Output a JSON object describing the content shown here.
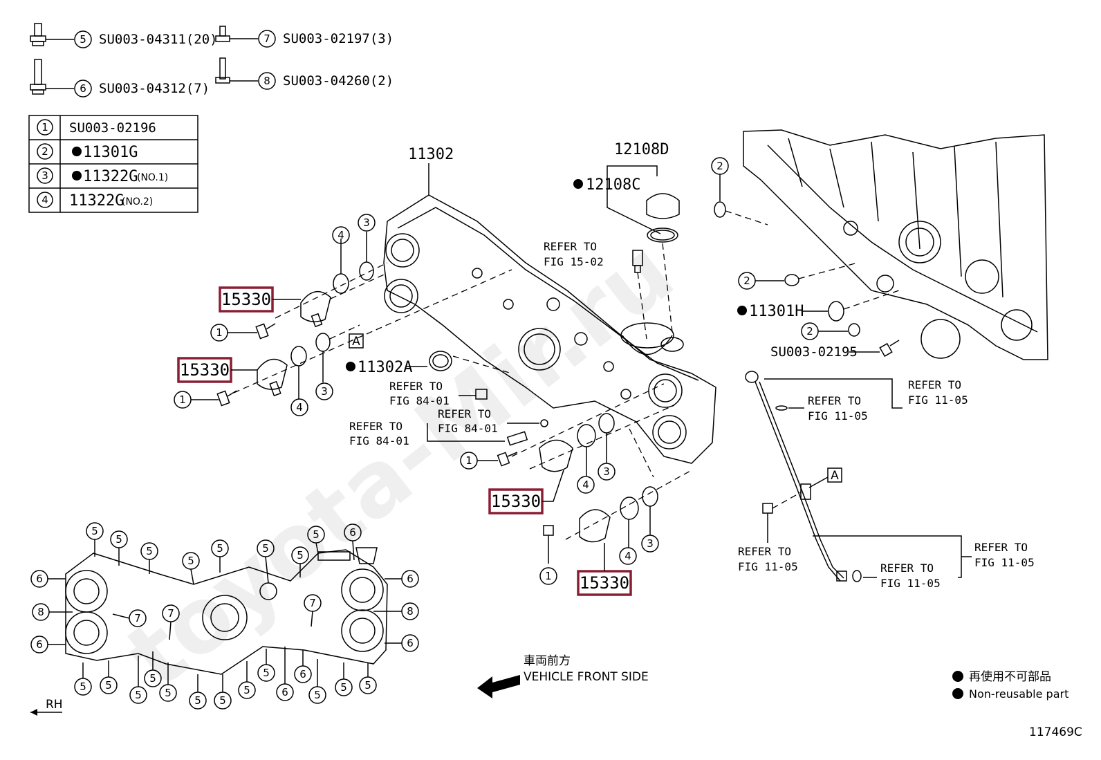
{
  "fastener_list": [
    {
      "ref": "5",
      "part": "SU003-04311(20)"
    },
    {
      "ref": "6",
      "part": "SU003-04312(7)"
    },
    {
      "ref": "7",
      "part": "SU003-02197(3)"
    },
    {
      "ref": "8",
      "part": "SU003-04260(2)"
    }
  ],
  "legend_table": [
    {
      "ref": "1",
      "part": "SU003-02196",
      "nonreusable": false,
      "note": ""
    },
    {
      "ref": "2",
      "part": "11301G",
      "nonreusable": true,
      "note": ""
    },
    {
      "ref": "3",
      "part": "11322G",
      "nonreusable": true,
      "note": "(NO.1)"
    },
    {
      "ref": "4",
      "part": "11322G",
      "nonreusable": false,
      "note": "(NO.2)"
    }
  ],
  "parts": {
    "timing_cover": "11302",
    "oil_cap_assy": "12108D",
    "oil_cap_gasket": "12108C",
    "seal_11302a": "11302A",
    "seal_11301h": "11301H",
    "bolt_02195": "SU003-02195",
    "highlighted": "15330"
  },
  "refer": {
    "r1_a": "REFER TO",
    "r1_b": "FIG 15-02",
    "r2_a": "REFER TO",
    "r2_b": "FIG 84-01",
    "r3_a": "REFER TO",
    "r3_b": "FIG 84-01",
    "r4_a": "REFER TO",
    "r4_b": "FIG 84-01",
    "r5_a": "REFER TO",
    "r5_b": "FIG 11-05",
    "r6_a": "REFER TO",
    "r6_b": "FIG 11-05",
    "r7_a": "REFER TO",
    "r7_b": "FIG 11-05",
    "r8_a": "REFER TO",
    "r8_b": "FIG 11-05",
    "r9_a": "REFER TO",
    "r9_b": "FIG 11-05"
  },
  "marker_a": "A",
  "front_side": {
    "jp": "車両前方",
    "en": "VEHICLE FRONT SIDE"
  },
  "rh": "RH",
  "legend_note": {
    "jp": "再使用不可部品",
    "en": "Non-reusable part"
  },
  "figure_id": "117469C",
  "watermark": "toyota-Mir.ru",
  "callouts": {
    "c1": "1",
    "c2": "2",
    "c3": "3",
    "c4": "4",
    "c5": "5",
    "c6": "6",
    "c7": "7",
    "c8": "8"
  },
  "colors": {
    "highlight_border": "#8a1f34",
    "ink": "#000000"
  }
}
